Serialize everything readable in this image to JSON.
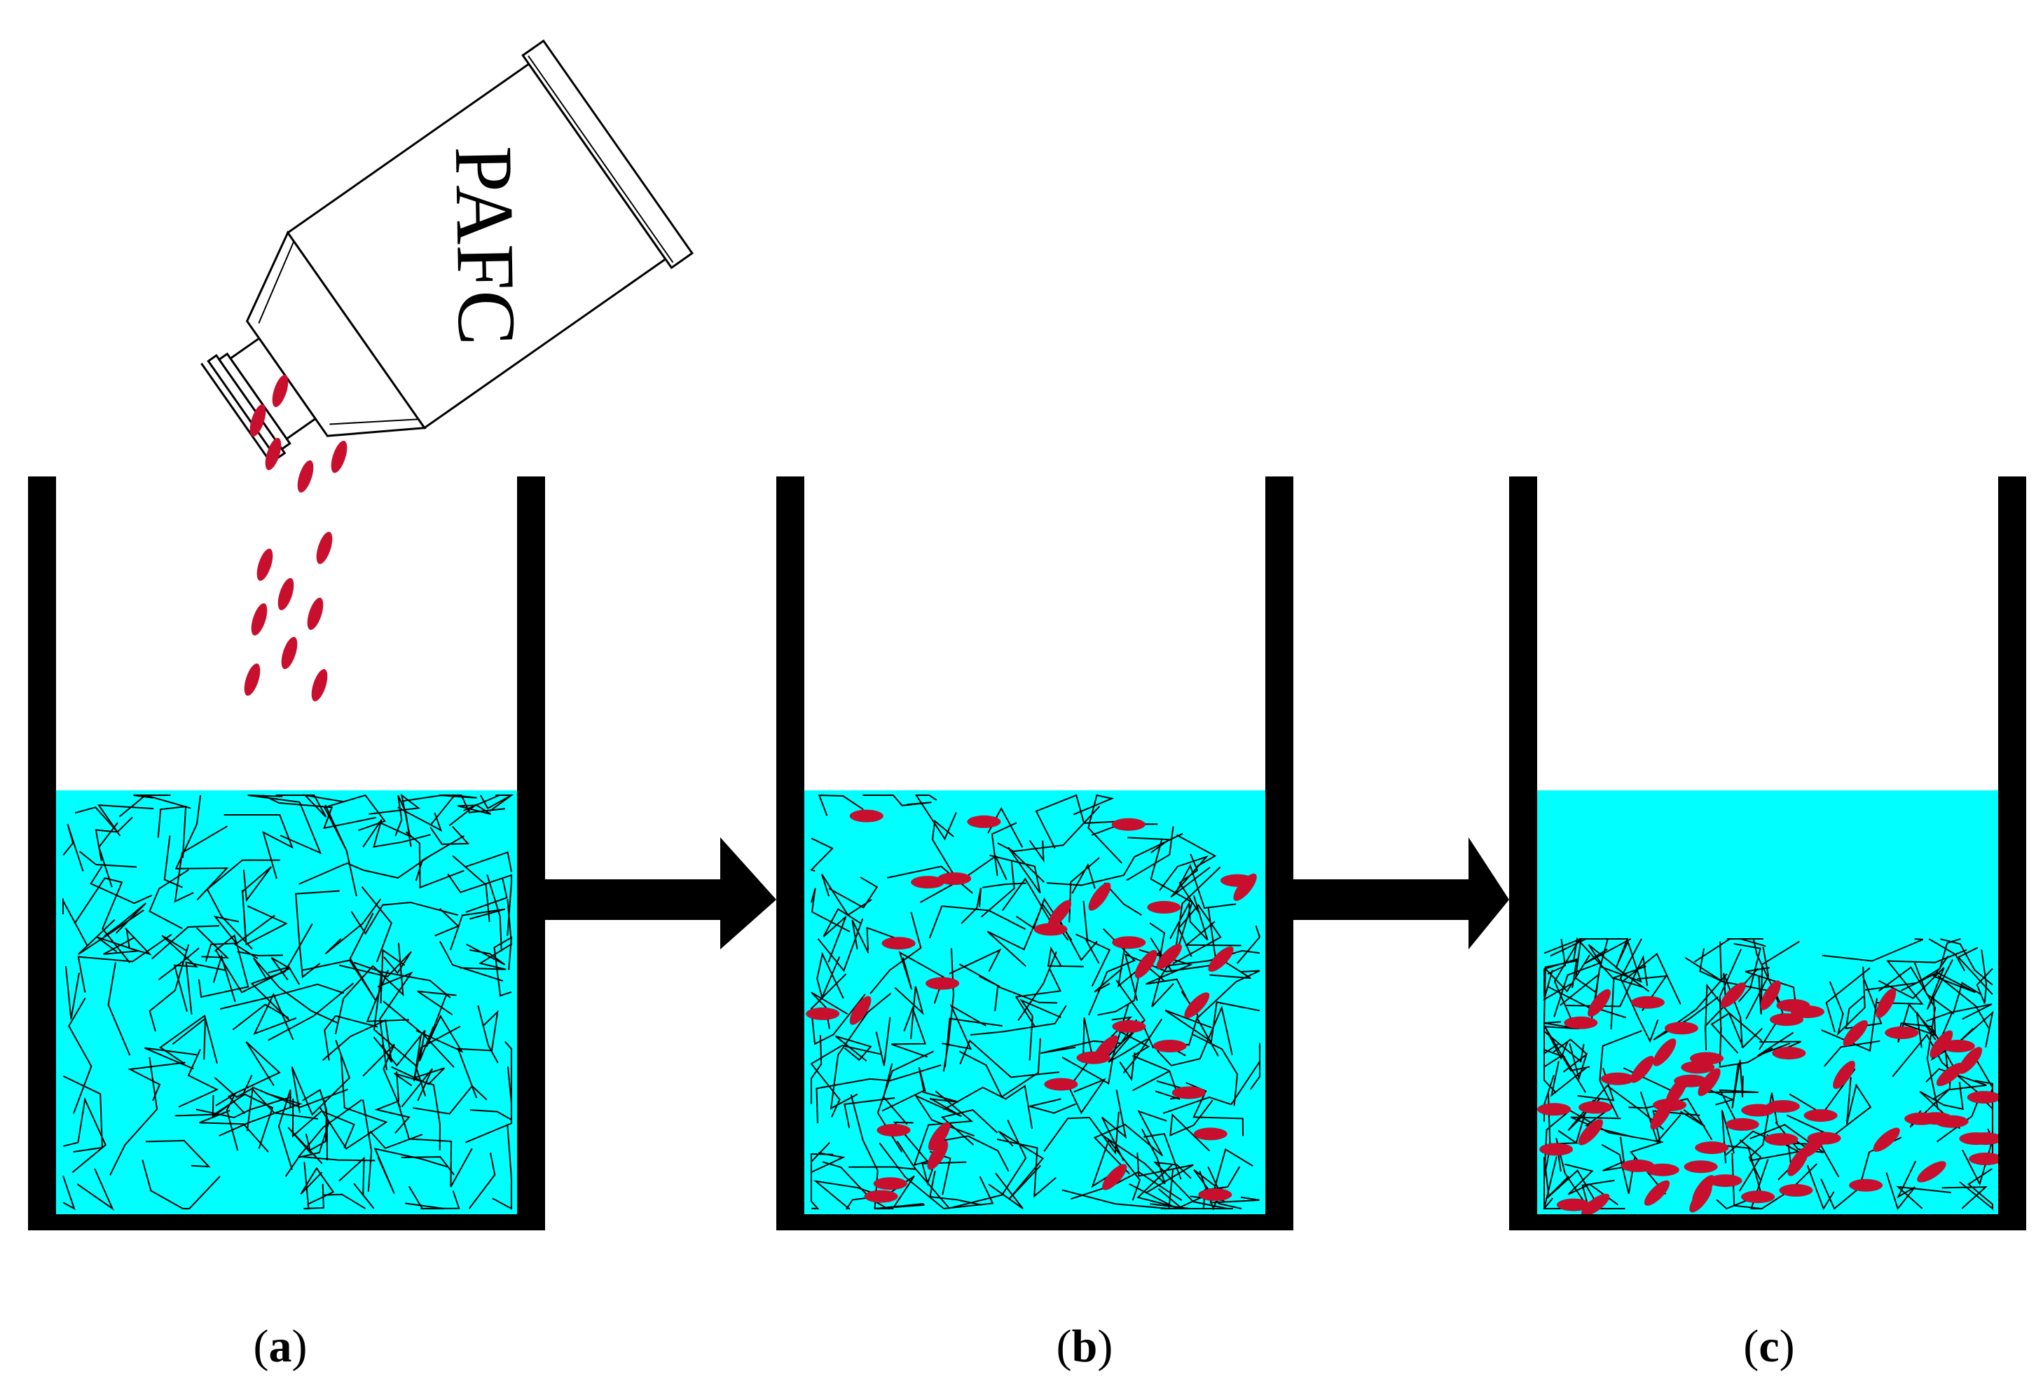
{
  "product_label": "PAFC",
  "panels": [
    {
      "id": "a",
      "label_open": "(",
      "label_letter": "a",
      "label_close": ")",
      "state": "dispersed fibers, particles being added"
    },
    {
      "id": "b",
      "label_open": "(",
      "label_letter": "b",
      "label_close": ")",
      "state": "particles mixed among fibers"
    },
    {
      "id": "c",
      "label_open": "(",
      "label_letter": "c",
      "label_close": ")",
      "state": "flocs settled at bottom"
    }
  ],
  "colors": {
    "water": "#00ffff",
    "particle": "#c8102e",
    "outline": "#000000",
    "fiber": "#000000",
    "background": "#ffffff"
  }
}
